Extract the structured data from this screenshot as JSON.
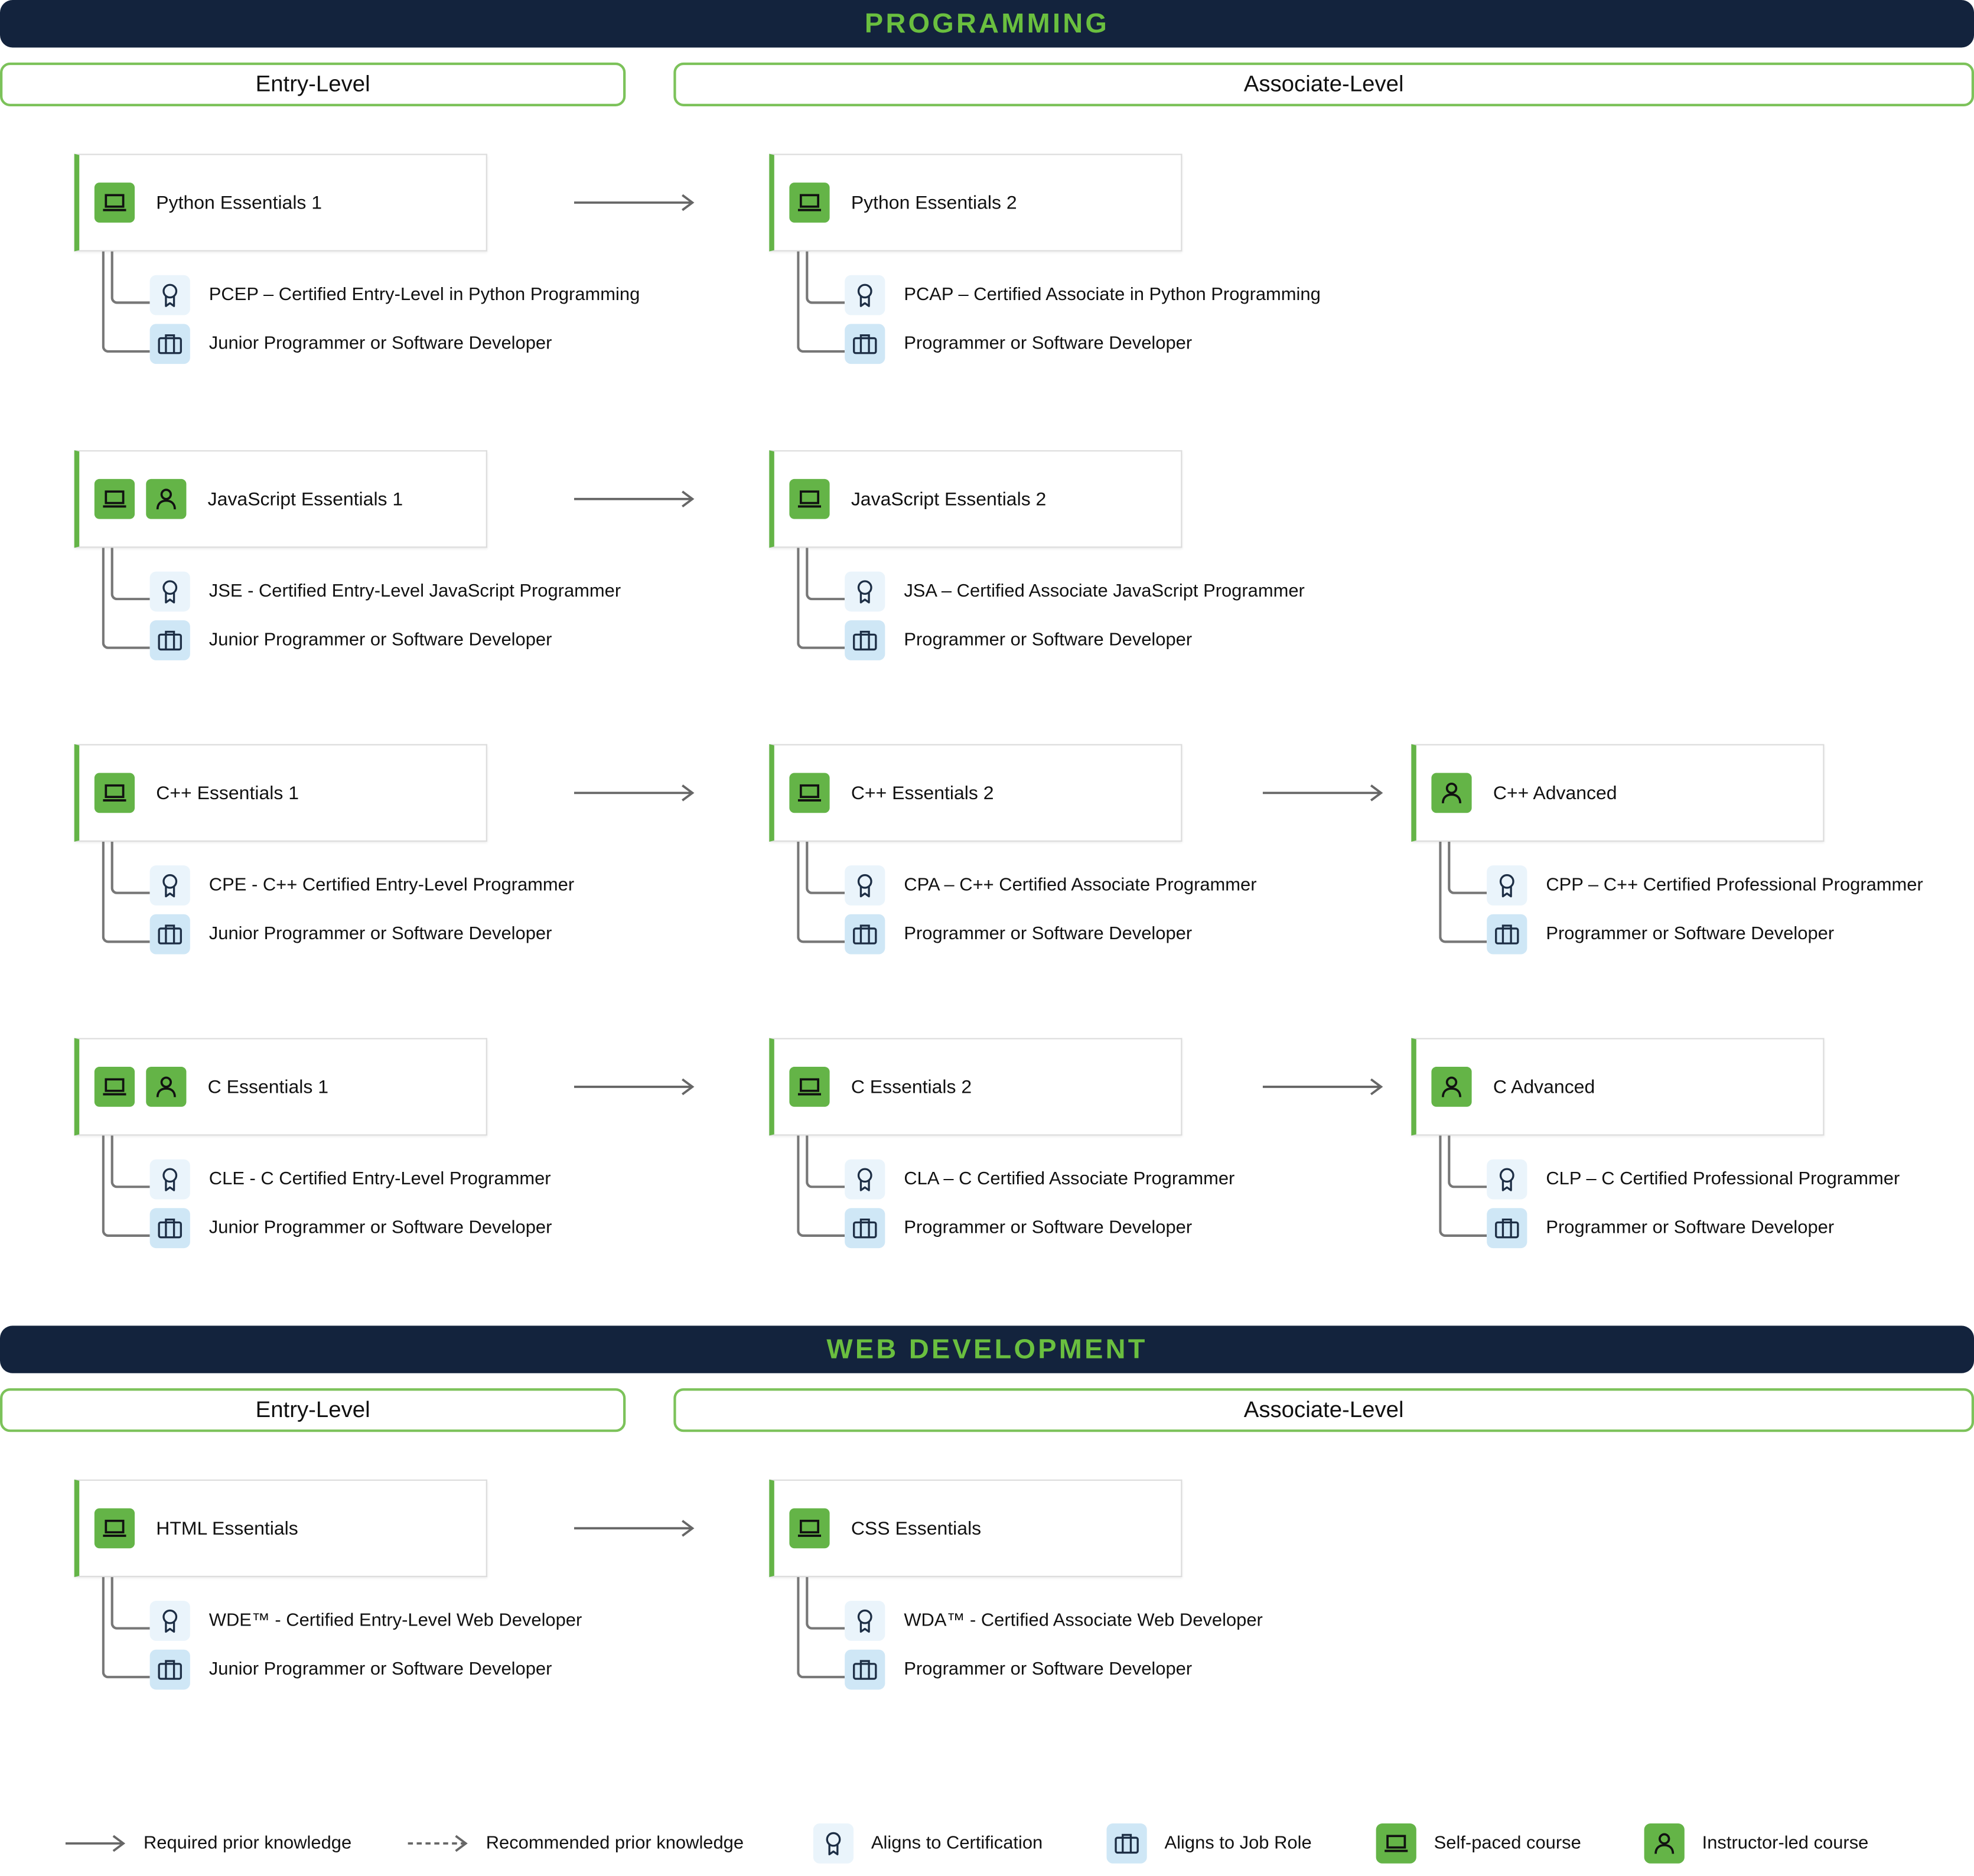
{
  "sections": [
    {
      "title": "PROGRAMMING",
      "entry_label": "Entry-Level",
      "associate_label": "Associate-Level",
      "rows": [
        {
          "courses": [
            {
              "title": "Python Essentials 1",
              "badges": [
                "self-paced"
              ],
              "cert": "PCEP – Certified Entry-Level in Python Programming",
              "job": "Junior Programmer or Software Developer"
            },
            {
              "title": "Python Essentials 2",
              "badges": [
                "self-paced"
              ],
              "cert": "PCAP – Certified Associate in Python Programming",
              "job": "Programmer or Software Developer"
            }
          ]
        },
        {
          "courses": [
            {
              "title": "JavaScript Essentials 1",
              "badges": [
                "self-paced",
                "instructor-led"
              ],
              "cert": "JSE - Certified Entry-Level JavaScript Programmer",
              "job": "Junior Programmer or Software Developer"
            },
            {
              "title": "JavaScript Essentials 2",
              "badges": [
                "self-paced"
              ],
              "cert": "JSA – Certified Associate JavaScript Programmer",
              "job": "Programmer or Software Developer"
            }
          ]
        },
        {
          "courses": [
            {
              "title": "C++ Essentials 1",
              "badges": [
                "self-paced"
              ],
              "cert": "CPE - C++ Certified Entry-Level Programmer",
              "job": "Junior Programmer or Software Developer"
            },
            {
              "title": "C++ Essentials 2",
              "badges": [
                "self-paced"
              ],
              "cert": "CPA – C++ Certified Associate Programmer",
              "job": "Programmer or Software Developer"
            },
            {
              "title": "C++ Advanced",
              "badges": [
                "instructor-led"
              ],
              "cert": "CPP – C++ Certified Professional Programmer",
              "job": "Programmer or Software Developer"
            }
          ]
        },
        {
          "courses": [
            {
              "title": "C Essentials 1",
              "badges": [
                "self-paced",
                "instructor-led"
              ],
              "cert": "CLE - C Certified Entry-Level Programmer",
              "job": "Junior Programmer or Software Developer"
            },
            {
              "title": "C Essentials 2",
              "badges": [
                "self-paced"
              ],
              "cert": "CLA – C Certified Associate Programmer",
              "job": "Programmer or Software Developer"
            },
            {
              "title": "C Advanced",
              "badges": [
                "instructor-led"
              ],
              "cert": "CLP – C Certified Professional Programmer",
              "job": "Programmer or Software Developer"
            }
          ]
        }
      ]
    },
    {
      "title": "WEB DEVELOPMENT",
      "entry_label": "Entry-Level",
      "associate_label": "Associate-Level",
      "rows": [
        {
          "courses": [
            {
              "title": "HTML Essentials",
              "badges": [
                "self-paced"
              ],
              "cert": "WDE™ - Certified Entry-Level Web Developer",
              "job": "Junior Programmer or Software Developer"
            },
            {
              "title": "CSS Essentials",
              "badges": [
                "self-paced"
              ],
              "cert": "WDA™ - Certified Associate Web Developer",
              "job": "Programmer or Software Developer"
            }
          ]
        }
      ]
    }
  ],
  "legend": {
    "required": "Required prior knowledge",
    "recommended": "Recommended prior knowledge",
    "certification": "Aligns to Certification",
    "job_role": "Aligns to Job Role",
    "self_paced": "Self-paced course",
    "instructor_led": "Instructor-led course"
  },
  "colors": {
    "band": "#13233d",
    "accent_green": "#64b447",
    "band_text": "#6abf3f",
    "cert_icon_bg": "#eaf4fb",
    "job_icon_bg": "#cfe7f6"
  }
}
